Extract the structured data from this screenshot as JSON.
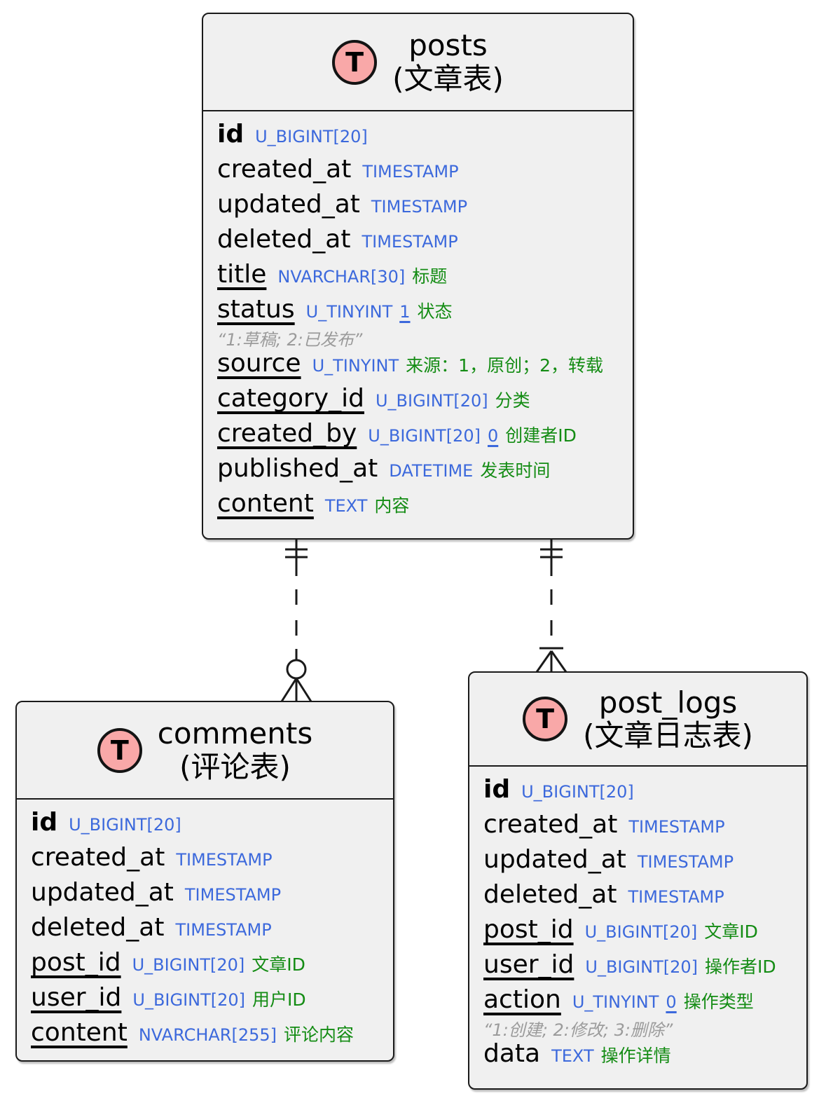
{
  "diagram": {
    "tables": [
      {
        "id": "posts",
        "icon": "T",
        "name": "posts",
        "name_cn": "(文章表)",
        "fields": [
          {
            "name": "id",
            "bold": true,
            "underline": false,
            "type": "U_BIGINT[20]",
            "default": "",
            "note": "",
            "comment": ""
          },
          {
            "name": "created_at",
            "bold": false,
            "underline": false,
            "type": "TIMESTAMP",
            "default": "",
            "note": "",
            "comment": ""
          },
          {
            "name": "updated_at",
            "bold": false,
            "underline": false,
            "type": "TIMESTAMP",
            "default": "",
            "note": "",
            "comment": ""
          },
          {
            "name": "deleted_at",
            "bold": false,
            "underline": false,
            "type": "TIMESTAMP",
            "default": "",
            "note": "",
            "comment": ""
          },
          {
            "name": "title",
            "bold": false,
            "underline": true,
            "type": "NVARCHAR[30]",
            "default": "",
            "note": "标题",
            "comment": ""
          },
          {
            "name": "status",
            "bold": false,
            "underline": true,
            "type": "U_TINYINT",
            "default": "1",
            "note": "状态",
            "comment": "“1:草稿; 2:已发布”"
          },
          {
            "name": "source",
            "bold": false,
            "underline": true,
            "type": "U_TINYINT",
            "default": "",
            "note": "来源：1，原创；2，转载",
            "comment": ""
          },
          {
            "name": "category_id",
            "bold": false,
            "underline": true,
            "type": "U_BIGINT[20]",
            "default": "",
            "note": "分类",
            "comment": ""
          },
          {
            "name": "created_by",
            "bold": false,
            "underline": true,
            "type": "U_BIGINT[20]",
            "default": "0",
            "note": "创建者ID",
            "comment": ""
          },
          {
            "name": "published_at",
            "bold": false,
            "underline": false,
            "type": "DATETIME",
            "default": "",
            "note": "发表时间",
            "comment": ""
          },
          {
            "name": "content",
            "bold": false,
            "underline": true,
            "type": "TEXT",
            "default": "",
            "note": "内容",
            "comment": ""
          }
        ]
      },
      {
        "id": "comments",
        "icon": "T",
        "name": "comments",
        "name_cn": "(评论表)",
        "fields": [
          {
            "name": "id",
            "bold": true,
            "underline": false,
            "type": "U_BIGINT[20]",
            "default": "",
            "note": "",
            "comment": ""
          },
          {
            "name": "created_at",
            "bold": false,
            "underline": false,
            "type": "TIMESTAMP",
            "default": "",
            "note": "",
            "comment": ""
          },
          {
            "name": "updated_at",
            "bold": false,
            "underline": false,
            "type": "TIMESTAMP",
            "default": "",
            "note": "",
            "comment": ""
          },
          {
            "name": "deleted_at",
            "bold": false,
            "underline": false,
            "type": "TIMESTAMP",
            "default": "",
            "note": "",
            "comment": ""
          },
          {
            "name": "post_id",
            "bold": false,
            "underline": true,
            "type": "U_BIGINT[20]",
            "default": "",
            "note": "文章ID",
            "comment": ""
          },
          {
            "name": "user_id",
            "bold": false,
            "underline": true,
            "type": "U_BIGINT[20]",
            "default": "",
            "note": "用户ID",
            "comment": ""
          },
          {
            "name": "content",
            "bold": false,
            "underline": true,
            "type": "NVARCHAR[255]",
            "default": "",
            "note": "评论内容",
            "comment": ""
          }
        ]
      },
      {
        "id": "post_logs",
        "icon": "T",
        "name": "post_logs",
        "name_cn": "(文章日志表)",
        "fields": [
          {
            "name": "id",
            "bold": true,
            "underline": false,
            "type": "U_BIGINT[20]",
            "default": "",
            "note": "",
            "comment": ""
          },
          {
            "name": "created_at",
            "bold": false,
            "underline": false,
            "type": "TIMESTAMP",
            "default": "",
            "note": "",
            "comment": ""
          },
          {
            "name": "updated_at",
            "bold": false,
            "underline": false,
            "type": "TIMESTAMP",
            "default": "",
            "note": "",
            "comment": ""
          },
          {
            "name": "deleted_at",
            "bold": false,
            "underline": false,
            "type": "TIMESTAMP",
            "default": "",
            "note": "",
            "comment": ""
          },
          {
            "name": "post_id",
            "bold": false,
            "underline": true,
            "type": "U_BIGINT[20]",
            "default": "",
            "note": "文章ID",
            "comment": ""
          },
          {
            "name": "user_id",
            "bold": false,
            "underline": true,
            "type": "U_BIGINT[20]",
            "default": "",
            "note": "操作者ID",
            "comment": ""
          },
          {
            "name": "action",
            "bold": false,
            "underline": true,
            "type": "U_TINYINT",
            "default": "0",
            "note": "操作类型",
            "comment": "“1:创建; 2:修改; 3:删除”"
          },
          {
            "name": "data",
            "bold": false,
            "underline": false,
            "type": "TEXT",
            "default": "",
            "note": "操作详情",
            "comment": ""
          }
        ]
      }
    ],
    "relationships": [
      {
        "from_table": "posts",
        "to_table": "comments",
        "from_cardinality": "one-and-only-one",
        "to_cardinality": "zero-or-many",
        "line_style": "dashed"
      },
      {
        "from_table": "posts",
        "to_table": "post_logs",
        "from_cardinality": "one-and-only-one",
        "to_cardinality": "one-or-many",
        "line_style": "dashed"
      }
    ]
  },
  "colors": {
    "type_blue": "#3c69dc",
    "note_green": "#148c14",
    "comment_gray": "#9b9b9b",
    "icon_pink": "#f9a8a8",
    "card_bg": "#f0f0f0",
    "border": "#1a1a1a"
  }
}
